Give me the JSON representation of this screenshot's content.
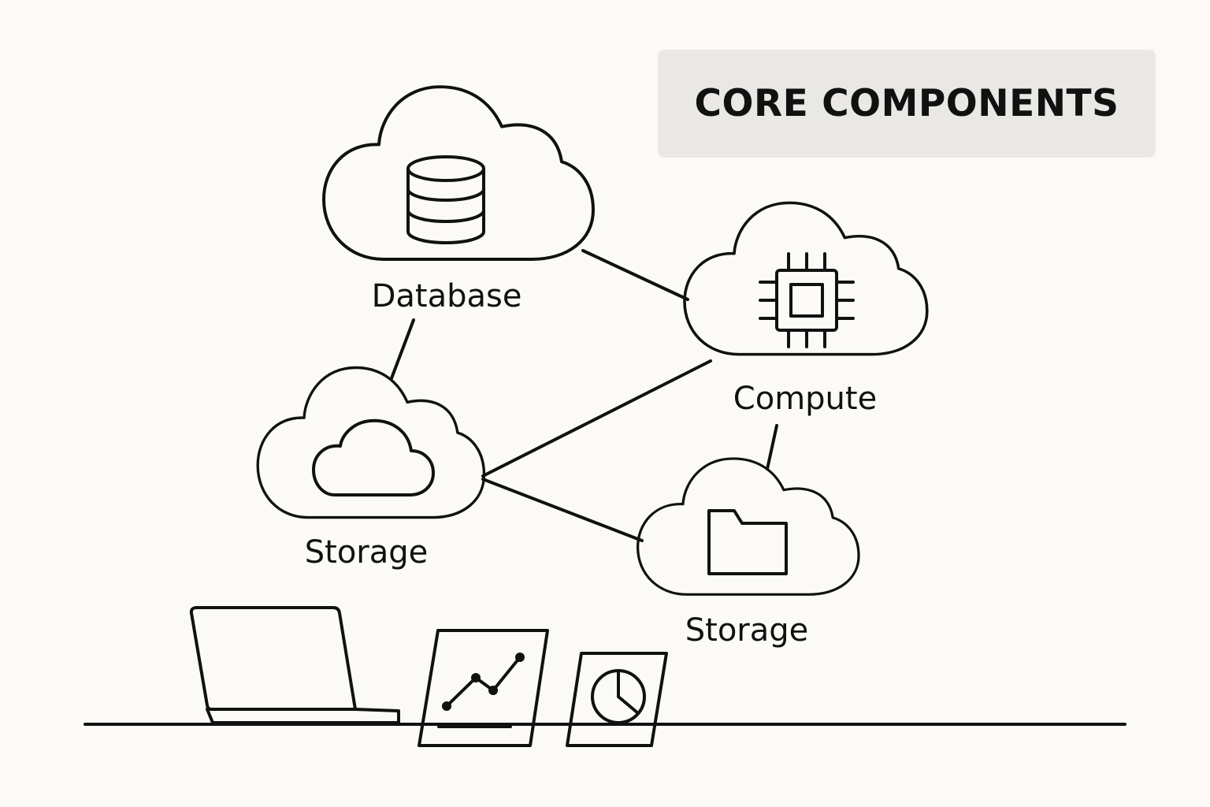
{
  "title": "CORE COMPONENTS",
  "nodes": [
    {
      "id": "database",
      "label": "Database",
      "icon": "database-icon"
    },
    {
      "id": "compute",
      "label": "Compute",
      "icon": "cpu-chip-icon"
    },
    {
      "id": "storage_left",
      "label": "Storage",
      "icon": "cloud-icon"
    },
    {
      "id": "storage_right",
      "label": "Storage",
      "icon": "folder-icon"
    }
  ],
  "edges": [
    [
      "database",
      "compute"
    ],
    [
      "database",
      "storage_left"
    ],
    [
      "storage_left",
      "compute"
    ],
    [
      "storage_left",
      "storage_right"
    ],
    [
      "compute",
      "storage_right"
    ]
  ],
  "desk_items": [
    "laptop-icon",
    "line-chart-tablet-icon",
    "pie-chart-tablet-icon"
  ],
  "colors": {
    "ink": "#111111",
    "background": "#fbfaf6",
    "title_box": "#e9e8e5"
  }
}
